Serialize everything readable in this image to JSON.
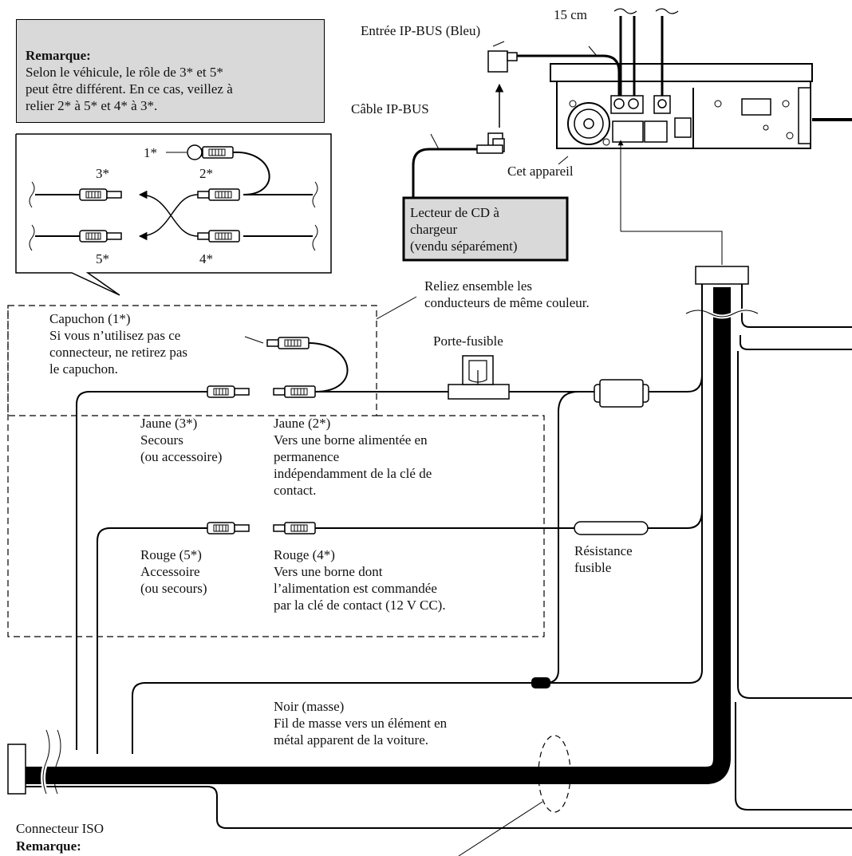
{
  "note_box": {
    "heading": "Remarque:",
    "text": "Selon le véhicule, le rôle de 3* et 5*\npeut être différent. En ce cas, veillez à\nrelier 2* à 5* et 4* à 3*.",
    "fill": "#d9d9d9"
  },
  "inset": {
    "label_1": "1*",
    "label_2": "2*",
    "label_3": "3*",
    "label_4": "4*",
    "label_5": "5*"
  },
  "top": {
    "ip_bus_input": "Entrée IP-BUS (Bleu)",
    "cable_length": "15 cm",
    "ip_bus_cable": "Câble IP-BUS",
    "this_unit": "Cet appareil",
    "cd_changer": "Lecteur de CD à\nchargeur\n(vendu séparément)",
    "cd_changer_fill": "#d9d9d9"
  },
  "middle": {
    "join_same_color": "Reliez ensemble les\nconducteurs de même couleur.",
    "cap_title": "Capuchon (1*)",
    "cap_note": "Si vous n’utilisez pas ce\nconnecteur, ne retirez pas\nle capuchon.",
    "fuse_holder": "Porte-fusible",
    "yellow3": "Jaune (3*)\nSecours\n(ou accessoire)",
    "yellow2": "Jaune (2*)\nVers une borne alimentée en\npermanence\nindépendamment de la clé de\ncontact.",
    "red5": "Rouge (5*)\nAccessoire\n(ou secours)",
    "red4": "Rouge (4*)\nVers une borne dont\nl’alimentation est commandée\npar la clé de contact (12 V CC).",
    "fuse_resistor": "Résistance\nfusible"
  },
  "bottom": {
    "black_ground": "Noir (masse)\nFil de masse vers un élément en\nmétal apparent de la voiture.",
    "iso_connector": "Connecteur ISO",
    "remark": "Remarque:"
  }
}
